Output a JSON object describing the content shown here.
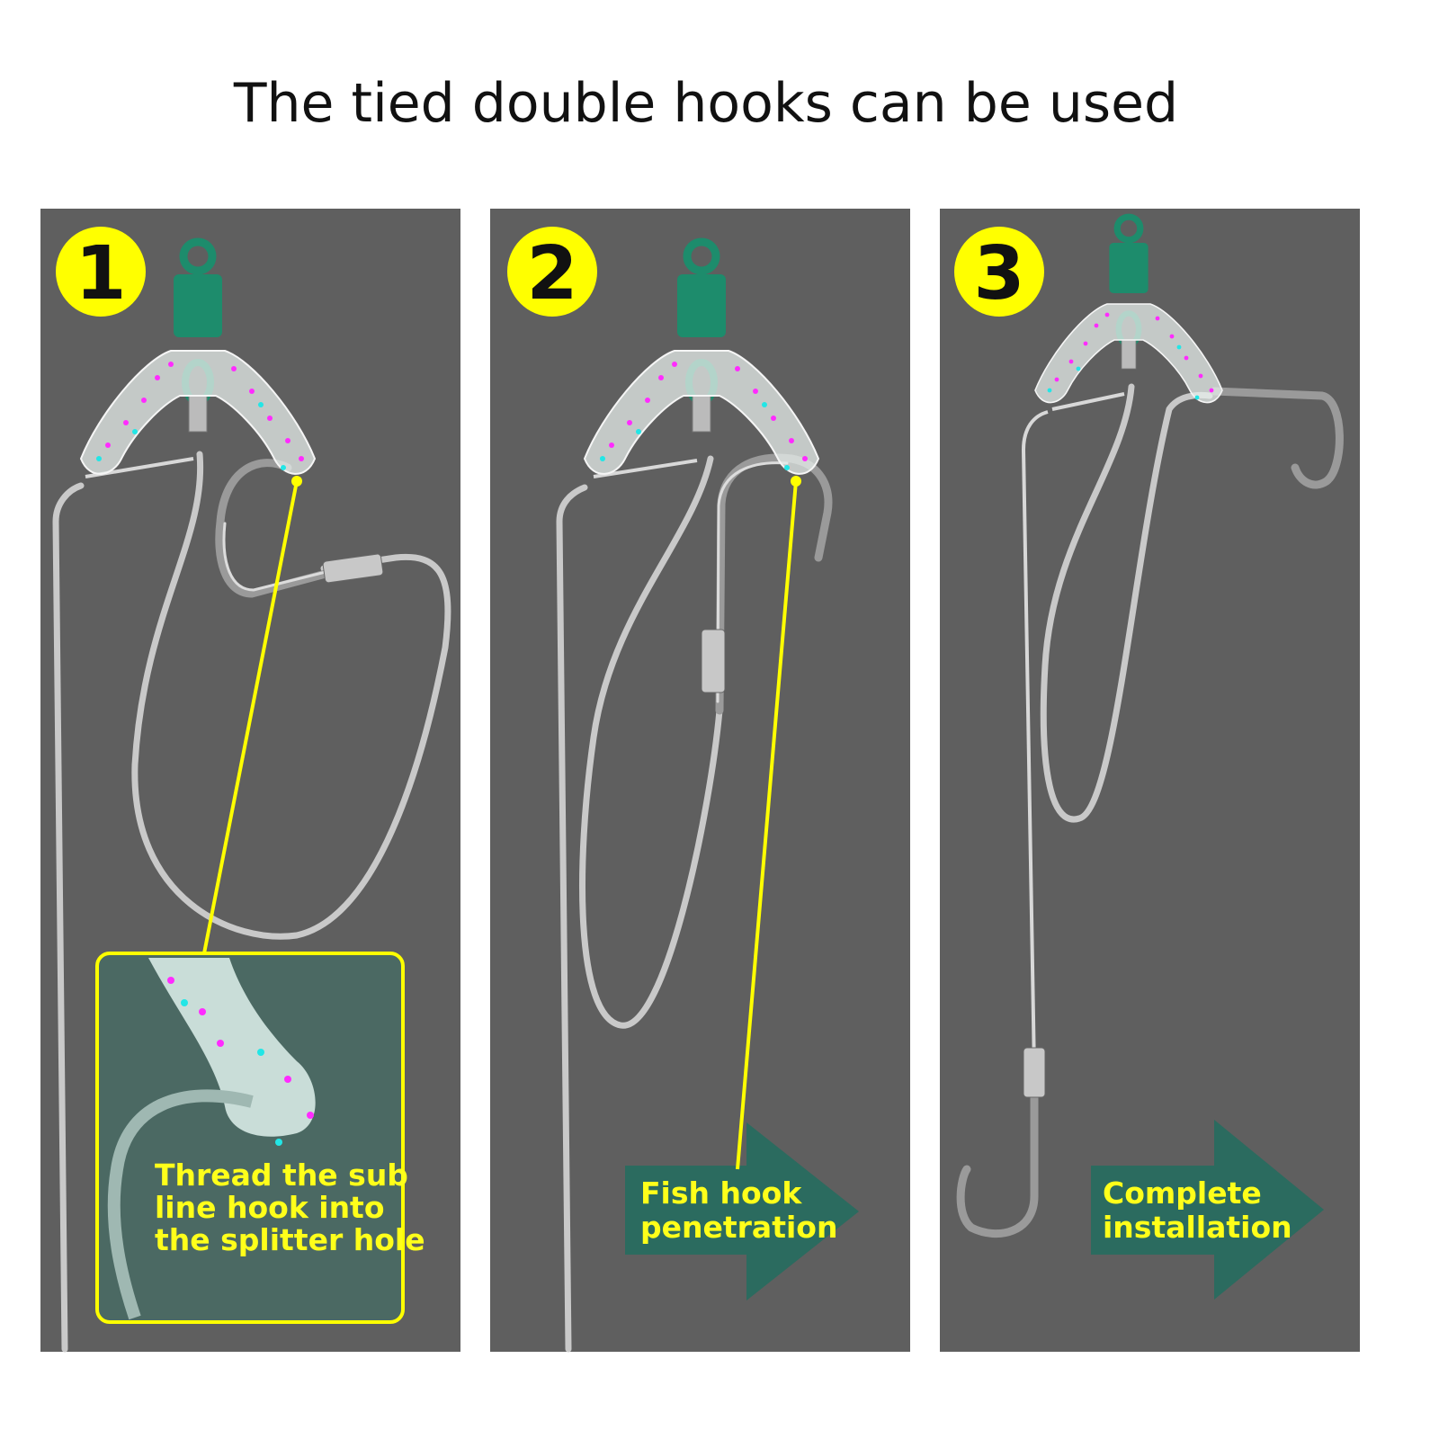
{
  "title": "The tied double hooks can be used",
  "colors": {
    "panel": "#5f5f5f",
    "badge": "#ffff00",
    "caption": "#ffff1a",
    "arrow": "#2b6b5f",
    "swivel": "#1d8c6c",
    "inset": "#4b6963"
  },
  "steps": [
    {
      "number": "1",
      "caption_lines": [
        "Thread the sub",
        "line hook into",
        "the splitter hole"
      ]
    },
    {
      "number": "2",
      "caption_lines": [
        "Fish hook",
        "penetration"
      ]
    },
    {
      "number": "3",
      "caption_lines": [
        "Complete",
        "installation"
      ]
    }
  ]
}
